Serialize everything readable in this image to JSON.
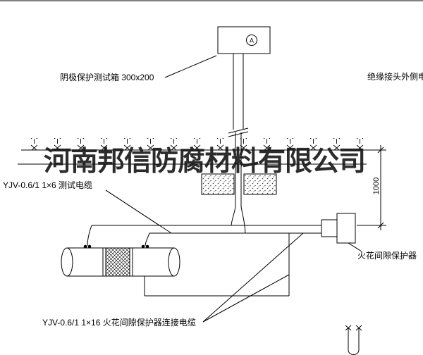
{
  "watermark": "河南邦信防腐材料有限公司",
  "diagram": {
    "ammeter_symbol": "A",
    "labels": {
      "test_box": "阴极保护测试箱 300x200",
      "insulated_joint_cable": "绝缘接头外侧电缆",
      "test_cable": "YJV-0.6/1  1×6  测试电缆",
      "spark_gap_protector": "火花间隙保护器",
      "connection_cable": "YJV-0.6/1  1×16  火花间隙保护器连接电缆",
      "dimension": "1000"
    },
    "colors": {
      "line": "#000000",
      "watermark": "#161616",
      "background": "#ffffff"
    }
  }
}
